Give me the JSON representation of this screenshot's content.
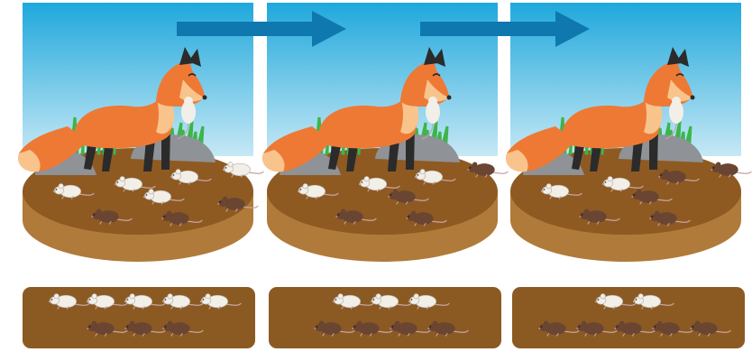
{
  "colors": {
    "sky_top": "#1fa8dc",
    "sky_bottom": "#c6e8f5",
    "soil_top": "#8e5a22",
    "soil_side": "#b07a3a",
    "strip": "#8b5a23",
    "arrow": "#0f78ae",
    "fox_orange": "#ee7935",
    "fox_light": "#f8c48c",
    "grass": "#3cb54a",
    "rock": "#8f9296",
    "white_mouse": "#f2efe8",
    "brown_mouse": "#6a4532"
  },
  "panels": [
    {
      "id": "generation-1",
      "white_mice": 5,
      "brown_mice": 3
    },
    {
      "id": "generation-2",
      "white_mice": 3,
      "brown_mice": 4
    },
    {
      "id": "generation-3",
      "white_mice": 2,
      "brown_mice": 5
    }
  ],
  "transitions": [
    {
      "from": "generation-1",
      "to": "generation-2",
      "icon": "right-arrow-icon"
    },
    {
      "from": "generation-2",
      "to": "generation-3",
      "icon": "right-arrow-icon"
    }
  ]
}
